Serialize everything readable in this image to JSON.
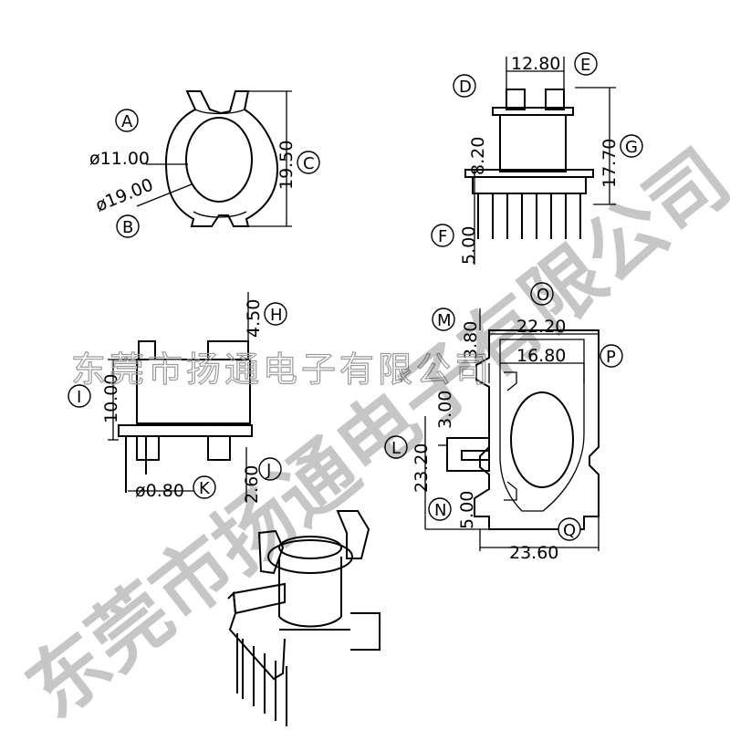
{
  "dimensions": {
    "d11": "ø11.00",
    "d19": "ø19.00",
    "h1950": "19.50",
    "w1280": "12.80",
    "h820": "8.20",
    "h1770": "17.70",
    "h500a": "5.00",
    "h450": "4.50",
    "h1000": "10.00",
    "d080": "ø0.80",
    "h260": "2.60",
    "h380": "3.80",
    "w2220": "22.20",
    "w1680": "16.80",
    "h300": "3.00",
    "h2320": "23.20",
    "h500b": "5.00",
    "w2360": "23.60"
  },
  "labels": {
    "A": "A",
    "B": "B",
    "C": "C",
    "D": "D",
    "E": "E",
    "F": "F",
    "G": "G",
    "H": "H",
    "I": "I",
    "J": "J",
    "K": "K",
    "L": "L",
    "M": "M",
    "N": "N",
    "O": "O",
    "P": "P",
    "Q": "Q"
  },
  "watermark": {
    "diagonal": "东莞市扬通电子有限公司",
    "horizontal": "东莞市扬通电子有限公司"
  }
}
